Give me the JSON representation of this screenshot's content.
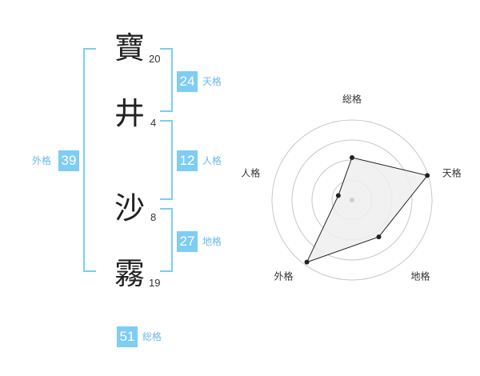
{
  "name": {
    "chars": [
      {
        "char": "寶",
        "strokes": "20"
      },
      {
        "char": "井",
        "strokes": "4"
      },
      {
        "char": "沙",
        "strokes": "8"
      },
      {
        "char": "霧",
        "strokes": "19"
      }
    ]
  },
  "kakusu": {
    "tenkaku": {
      "value": "24",
      "label": "天格"
    },
    "jinkaku": {
      "value": "12",
      "label": "人格"
    },
    "chikaku": {
      "value": "27",
      "label": "地格"
    },
    "gaikaku": {
      "value": "39",
      "label": "外格"
    },
    "soukaku": {
      "value": "51",
      "label": "総格"
    }
  },
  "chart_data": {
    "type": "radar",
    "axes": [
      "総格",
      "天格",
      "地格",
      "外格",
      "人格"
    ],
    "values": [
      0.53,
      0.99,
      0.57,
      0.96,
      0.18
    ],
    "scale_max": 1,
    "rings": 4,
    "colors": {
      "fill": "#eeeeee",
      "line": "#222222",
      "ring": "#c8c8c8"
    }
  }
}
